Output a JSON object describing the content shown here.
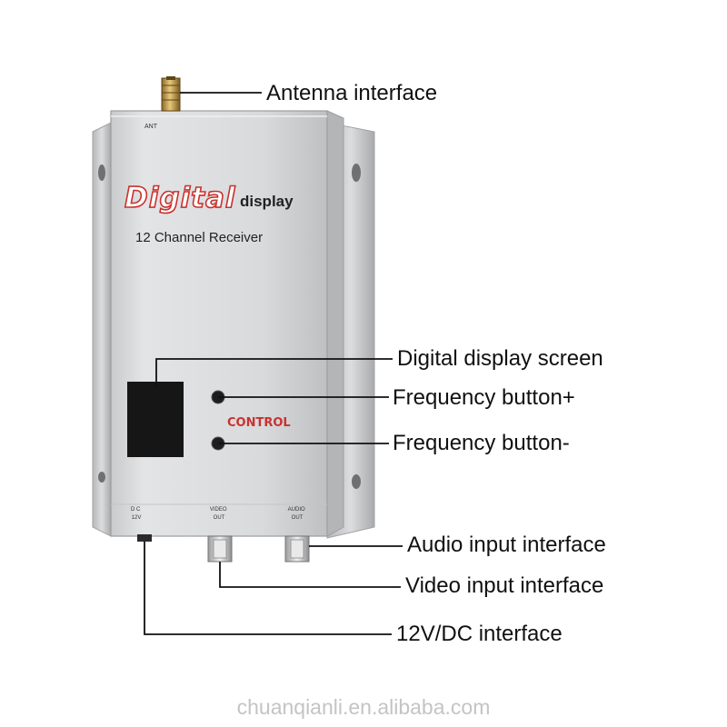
{
  "device": {
    "ant_label": "ANT",
    "brand_word": "Digital",
    "brand_suffix": "display",
    "model_name": "12 Channel Receiver",
    "control_label": "CONTROL",
    "dc_port_label": "D C\n12V",
    "video_port_label": "VIDEO\nOUT",
    "audio_port_label": "AUDIO\nOUT",
    "brand_color": "#c9322d",
    "control_color": "#c9322d",
    "body_color": "#d8d9db"
  },
  "callouts": {
    "antenna": "Antenna interface",
    "display_screen": "Digital display screen",
    "freq_plus": "Frequency button+",
    "freq_minus": "Frequency button-",
    "audio": "Audio input interface",
    "video": "Video input interface",
    "dc": "12V/DC interface"
  },
  "watermark": "chuanqianli.en.alibaba.com"
}
